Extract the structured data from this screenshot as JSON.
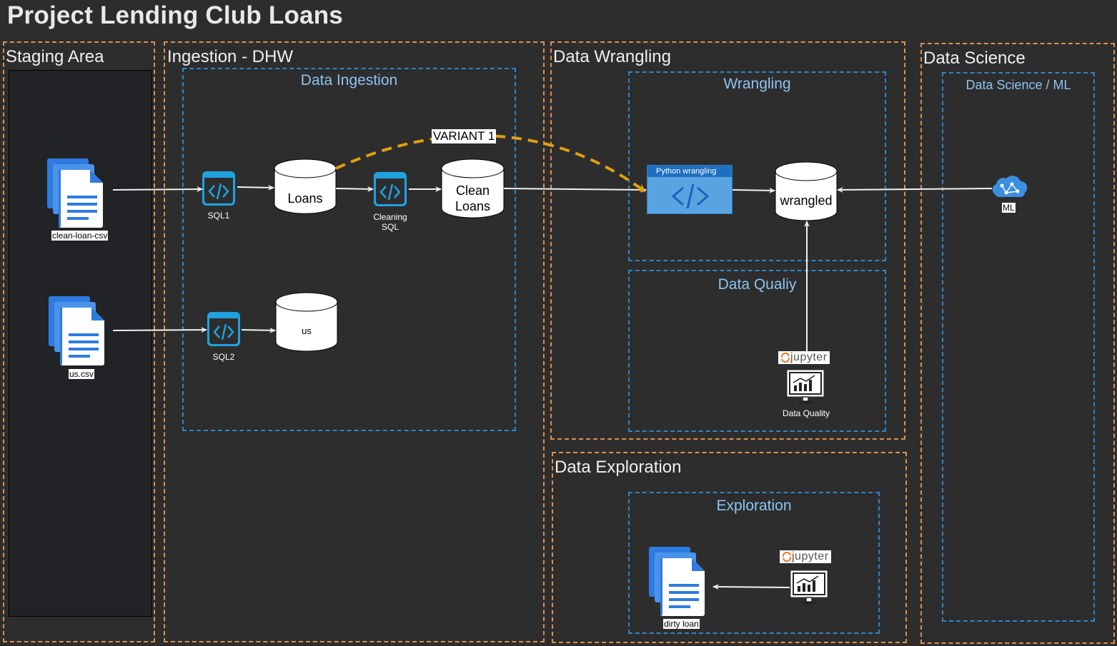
{
  "title": "Project Lending Club Loans",
  "zones": {
    "staging": "Staging Area",
    "ingestion": "Ingestion - DHW",
    "wrangling": "Data Wrangling",
    "science": "Data Science",
    "exploration": "Data Exploration"
  },
  "subzones": {
    "data_ingestion": "Data Ingestion",
    "wrangling": "Wrangling",
    "data_quality": "Data Qualiy",
    "ds_ml": "Data Science / ML",
    "exploration": "Exploration"
  },
  "nodes": {
    "clean_loan_csv": "clean-loan-csv",
    "us_csv": "us.csv",
    "sql1": "SQL1",
    "sql2": "SQL2",
    "cleaning_sql_1": "Cleaning",
    "cleaning_sql_2": "SQL",
    "loans_db": "Loans",
    "us_db": "us",
    "clean_loans_1": "Clean",
    "clean_loans_2": "Loans",
    "python_wrangling": "Python wrangling",
    "wrangled_db": "wrangled",
    "jupyter_1": "jupyter",
    "jupyter_2": "jupyter",
    "data_quality": "Data Quality",
    "ml": "ML",
    "dirty_loan": "dirty loan",
    "variant": "VARIANT 1"
  },
  "colors": {
    "zone_border": "#e0904a",
    "subzone_border": "#2e86c8",
    "variant_arrow": "#e0a010",
    "icon_blue": "#1fa2e0",
    "doc_blue": "#2d7be0"
  }
}
